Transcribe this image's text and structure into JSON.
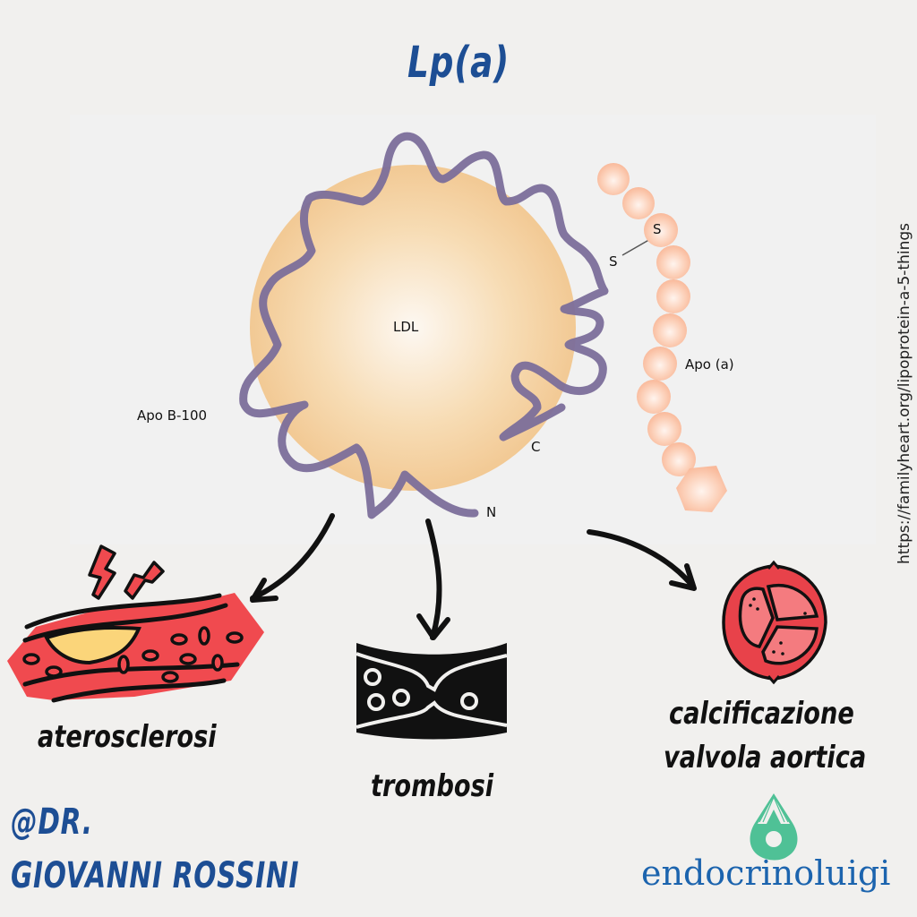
{
  "title": "Lp(a)",
  "source_url": "https://familyheart.org/lipoprotein-a-5-things",
  "diagram": {
    "core_label": "LDL",
    "apo_b_label": "Apo B-100",
    "apo_a_label": "Apo (a)",
    "disulfide_s1": "S",
    "disulfide_s2": "S",
    "c_terminus": "C",
    "n_terminus": "N"
  },
  "outcomes": [
    {
      "label": "aterosclerosi",
      "icon": "artery-plaque-icon"
    },
    {
      "label": "trombosi",
      "icon": "thrombosis-vessel-icon"
    },
    {
      "label_line1": "calcificazione",
      "label_line2": "valvola aortica",
      "icon": "aortic-valve-icon"
    }
  ],
  "author": {
    "line1": "@DR.",
    "line2": "GIOVANNI ROSSINI"
  },
  "brand": {
    "name": "endocrinoluigi",
    "icon": "water-drop-icon"
  },
  "colors": {
    "title_blue": "#1d4e94",
    "brand_blue": "#1c64ae",
    "brand_green": "#4fc196",
    "ldl_core": "#f2c994",
    "apo_b": "#7b6e9a",
    "apo_a_bead": "#fbc3a6",
    "vessel_red": "#f04a4f",
    "plaque_yellow": "#fbd57a"
  }
}
